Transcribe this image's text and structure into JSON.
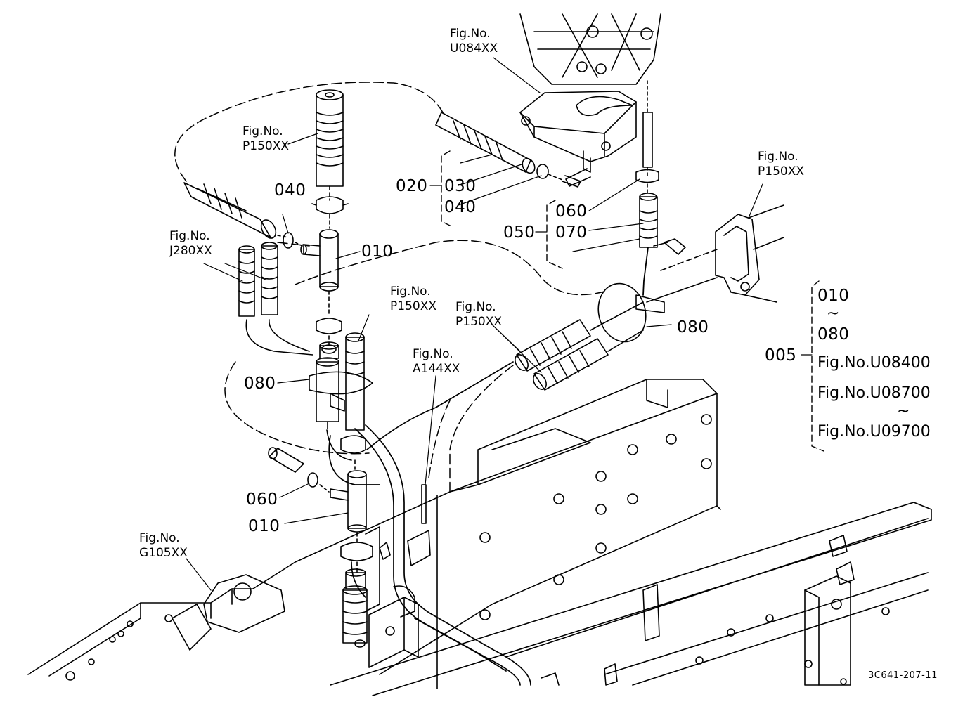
{
  "figure_refs": {
    "u084": [
      "Fig.No.",
      "U084XX"
    ],
    "p150_a": [
      "Fig.No.",
      "P150XX"
    ],
    "p150_b": [
      "Fig.No.",
      "P150XX"
    ],
    "p150_c": [
      "Fig.No.",
      "P150XX"
    ],
    "p150_d": [
      "Fig.No.",
      "P150XX"
    ],
    "j280": [
      "Fig.No.",
      "J280XX"
    ],
    "a144": [
      "Fig.No.",
      "A144XX"
    ],
    "g105": [
      "Fig.No.",
      "G105XX"
    ]
  },
  "part_labels": {
    "p040_left": "040",
    "p010_top": "010",
    "p020": "020",
    "p030": "030",
    "p040_right": "040",
    "p050": "050",
    "p060_top": "060",
    "p070": "070",
    "p080_right": "080",
    "p080_left": "080",
    "p060_bottom": "060",
    "p010_bottom": "010",
    "p005": "005"
  },
  "assembly_list": {
    "from": "010",
    "range_mark": "~",
    "to": "080",
    "ref1": "Fig.No.U08400",
    "ref2": "Fig.No.U08700",
    "ref3": "Fig.No.U09700"
  },
  "footer": {
    "drawing_code": "3C641-207-11"
  }
}
